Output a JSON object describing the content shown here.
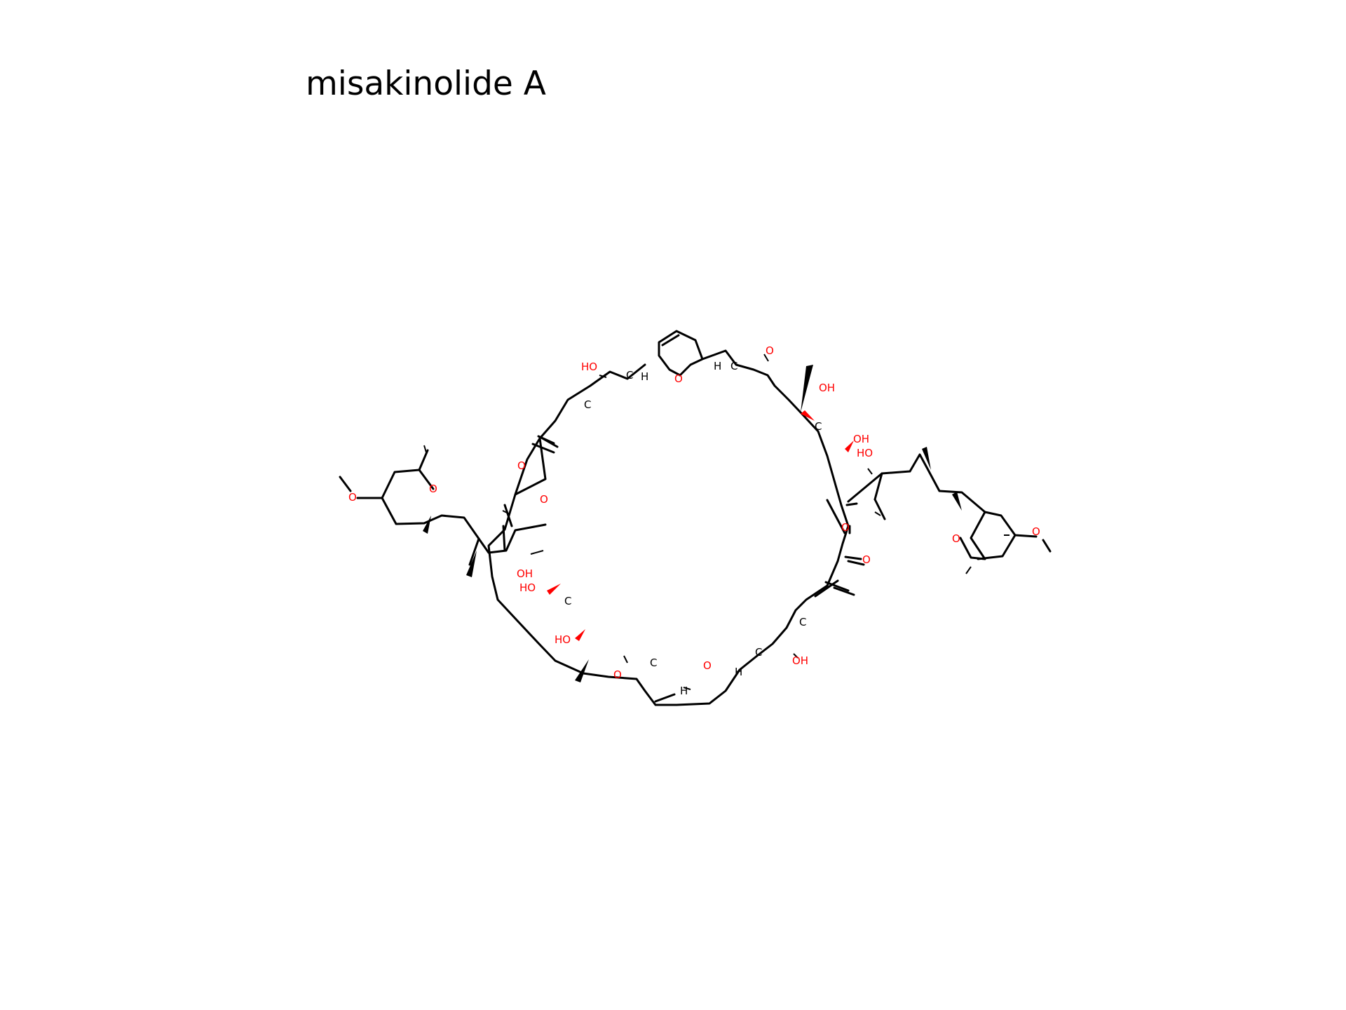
{
  "title": "misakinolide A",
  "colors": {
    "carbon": "#000000",
    "heteroatom": "#ff0000",
    "background": "#ffffff"
  },
  "atom_labels": {
    "o_ring_top": "O",
    "o_ring_bottom": "O",
    "o_ester_left": "O",
    "o_ester_right": "O",
    "o_carbonyl_left": "O",
    "o_carbonyl_right": "O",
    "o_methoxy_top": "O",
    "o_methoxy_bottom": "O",
    "o_thp_left": "O",
    "o_thp_right": "O",
    "o_methoxy_left": "O",
    "o_methoxy_right": "O",
    "ho_top_left": "HO",
    "oh_top_right_1": "OH",
    "oh_top_right_2": "OH",
    "ho_right_chain": "HO",
    "oh_left_chain": "OH",
    "ho_left_1": "HO",
    "ho_left_2": "HO",
    "oh_bottom_right": "OH",
    "c_top_left_1": "C",
    "c_top_left_2": "C",
    "c_top_right_1": "C",
    "c_right_1": "C",
    "c_left_1": "C",
    "c_bottom_1": "C",
    "c_bottom_right_1": "C",
    "c_bottom_right_2": "C",
    "h_top_left": "H",
    "h_top_right": "H",
    "h_bottom_left": "H",
    "h_bottom_right": "H"
  }
}
